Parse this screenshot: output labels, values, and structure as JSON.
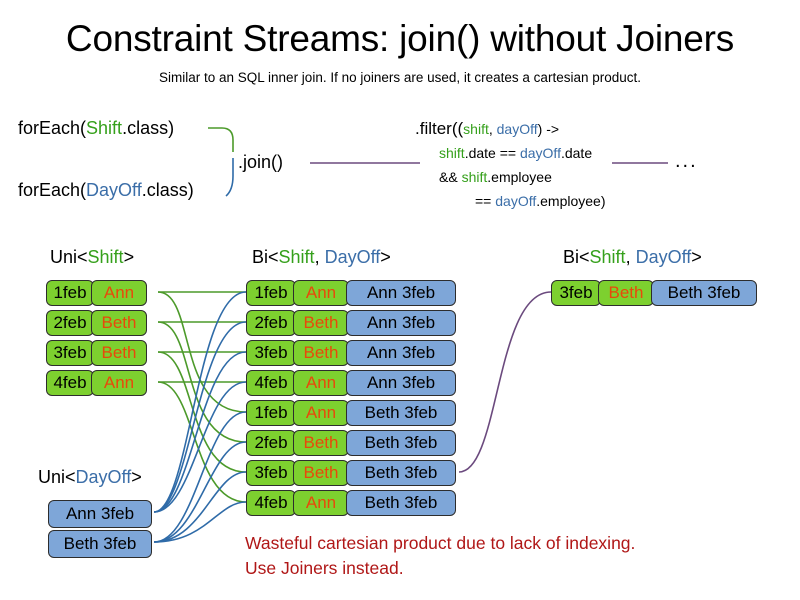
{
  "slide": {
    "title": "Constraint Streams: join() without Joiners",
    "subtitle": "Similar to an SQL inner join. If no joiners are used, it creates a cartesian product."
  },
  "colors": {
    "shift_green": "#35A01B",
    "dayoff_blue": "#3B6EA8",
    "card_green": "#7DD02F",
    "card_blue": "#7EA6D8",
    "name_orange": "#E8490B",
    "warning_red": "#B01717",
    "wire_green": "#4C9A2A",
    "wire_blue": "#2F6BA8",
    "wire_purple": "#6B4A7E"
  },
  "code": {
    "foreach_shift": {
      "pre": "forEach(",
      "type": "Shift",
      "post": ".class)"
    },
    "foreach_dayoff": {
      "pre": "forEach(",
      "type": "DayOff",
      "post": ".class)"
    },
    "join_label": ".join()",
    "ellipsis": "...",
    "filter": {
      "line1": {
        "a": ".filter((",
        "shift": "shift",
        "comma": ", ",
        "dayoff": "dayOff",
        "b": ") ->"
      },
      "line2": {
        "shift": "shift",
        "a": ".date == ",
        "dayoff": "dayOff",
        "b": ".date"
      },
      "line3": {
        "a": "&& ",
        "shift": "shift",
        "b": ".employee"
      },
      "line4": {
        "a": "== ",
        "dayoff": "dayOff",
        "b": ".employee)"
      }
    }
  },
  "stream_labels": {
    "uni_shift": {
      "pre": "Uni<",
      "type": "Shift",
      "post": ">"
    },
    "bi_middle": {
      "pre": "Bi<",
      "type1": "Shift",
      "comma": ", ",
      "type2": "DayOff",
      "post": ">"
    },
    "bi_right": {
      "pre": "Bi<",
      "type1": "Shift",
      "comma": ", ",
      "type2": "DayOff",
      "post": ">"
    },
    "uni_dayoff": {
      "pre": "Uni<",
      "type": "DayOff",
      "post": ">"
    }
  },
  "uni_shift_rows": [
    {
      "date": "1feb",
      "name": "Ann"
    },
    {
      "date": "2feb",
      "name": "Beth"
    },
    {
      "date": "3feb",
      "name": "Beth"
    },
    {
      "date": "4feb",
      "name": "Ann"
    }
  ],
  "uni_dayoff_rows": [
    {
      "pair": "Ann 3feb"
    },
    {
      "pair": "Beth 3feb"
    }
  ],
  "bi_middle_rows": [
    {
      "date": "1feb",
      "name": "Ann",
      "pair": "Ann 3feb"
    },
    {
      "date": "2feb",
      "name": "Beth",
      "pair": "Ann 3feb"
    },
    {
      "date": "3feb",
      "name": "Beth",
      "pair": "Ann 3feb"
    },
    {
      "date": "4feb",
      "name": "Ann",
      "pair": "Ann 3feb"
    },
    {
      "date": "1feb",
      "name": "Ann",
      "pair": "Beth 3feb"
    },
    {
      "date": "2feb",
      "name": "Beth",
      "pair": "Beth 3feb"
    },
    {
      "date": "3feb",
      "name": "Beth",
      "pair": "Beth 3feb"
    },
    {
      "date": "4feb",
      "name": "Ann",
      "pair": "Beth 3feb"
    }
  ],
  "bi_right_rows": [
    {
      "date": "3feb",
      "name": "Beth",
      "pair": "Beth 3feb"
    }
  ],
  "note": {
    "line1": "Wasteful cartesian product due to lack of indexing.",
    "line2": "Use Joiners instead."
  }
}
